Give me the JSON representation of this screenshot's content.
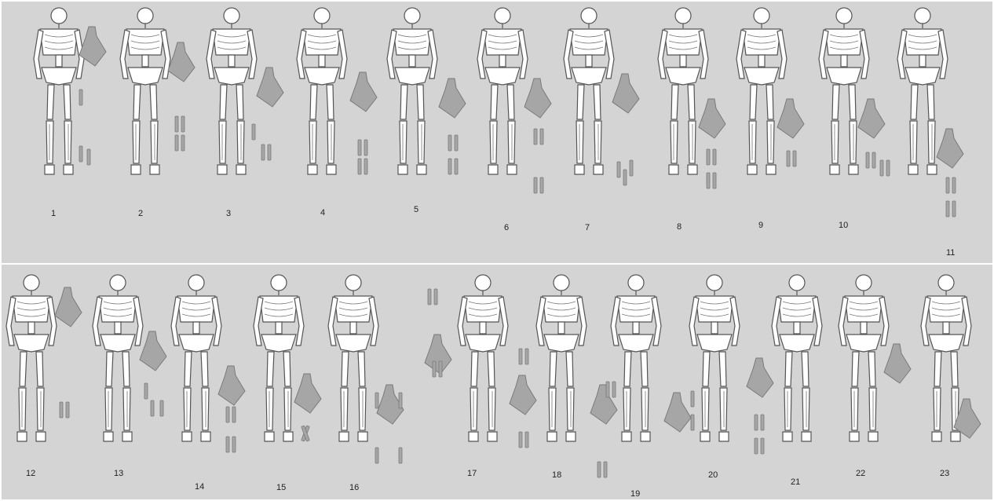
{
  "figures": [
    {
      "label": "1"
    },
    {
      "label": "2"
    },
    {
      "label": "3"
    },
    {
      "label": "4"
    },
    {
      "label": "5"
    },
    {
      "label": "6"
    },
    {
      "label": "7"
    },
    {
      "label": "8"
    },
    {
      "label": "9"
    },
    {
      "label": "10"
    },
    {
      "label": "11"
    },
    {
      "label": "12"
    },
    {
      "label": "13"
    },
    {
      "label": "14"
    },
    {
      "label": "15"
    },
    {
      "label": "16"
    },
    {
      "label": "17"
    },
    {
      "label": "18"
    },
    {
      "label": "19"
    },
    {
      "label": "20"
    },
    {
      "label": "21"
    },
    {
      "label": "22"
    },
    {
      "label": "23"
    }
  ],
  "colors": {
    "background": "#d4d4d4",
    "skeleton_fill": "#ffffff",
    "skeleton_stroke": "#555555",
    "bundle_fill": "#a6a6a6",
    "bundle_stroke": "#7a7a7a",
    "divider": "#ffffff"
  }
}
